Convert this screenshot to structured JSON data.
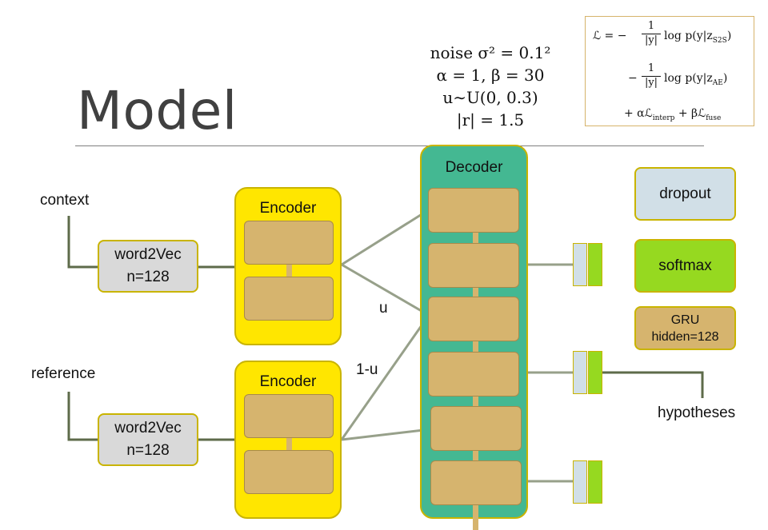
{
  "slide": {
    "title": "Model"
  },
  "params": {
    "line1": "noise σ² = 0.1²",
    "line2": "α = 1, β = 30",
    "line3": "u∼U(0, 0.3)",
    "line4": "|r| = 1.5"
  },
  "loss": {
    "line1_lhs": "ℒ = −",
    "frac_num": "1",
    "frac_den": "|y|",
    "line1_rhs": "log p(y|z",
    "line1_sub": "S2S",
    "line2_lhs": "−",
    "line2_rhs": "log p(y|z",
    "line2_sub": "AE",
    "line3_a": "+ αℒ",
    "line3_a_sub": "interp",
    "line3_b": " + βℒ",
    "line3_b_sub": "fuse",
    "close_paren": ")"
  },
  "inputs": {
    "context_label": "context",
    "reference_label": "reference",
    "w2v_top_line1": "word2Vec",
    "w2v_top_line2": "n=128",
    "w2v_bottom_line1": "word2Vec",
    "w2v_bottom_line2": "n=128"
  },
  "encoders": {
    "top_label": "Encoder",
    "bottom_label": "Encoder"
  },
  "decoder": {
    "label": "Decoder"
  },
  "weights": {
    "u": "u",
    "one_minus_u": "1-u"
  },
  "legend": {
    "dropout": "dropout",
    "softmax": "softmax",
    "gru_line1": "GRU",
    "gru_line2": "hidden=128"
  },
  "output": {
    "hypotheses": "hypotheses"
  },
  "colors": {
    "encoder": "#ffe600",
    "decoder": "#44b892",
    "gru": "#d6b46e",
    "word2vec": "#d9d9d9",
    "dropout": "#d1dfe7",
    "softmax": "#96d920",
    "connector": "#97a08a",
    "input_line": "#5e6b4a"
  }
}
